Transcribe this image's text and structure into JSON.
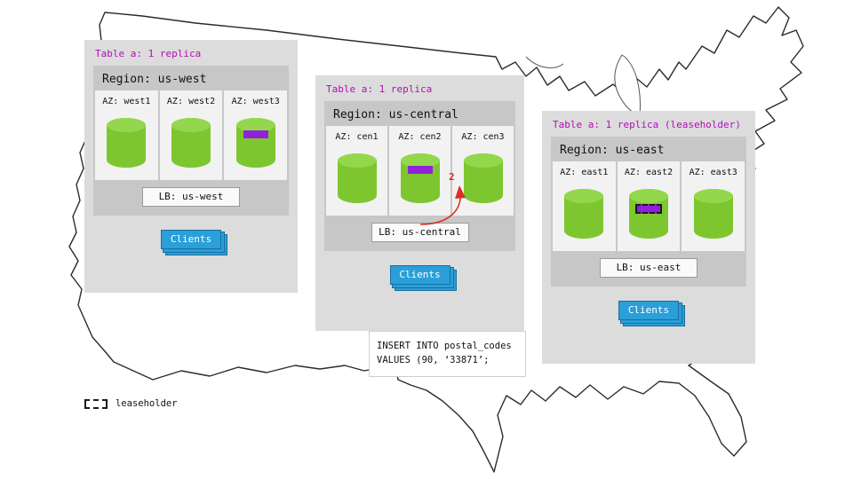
{
  "legend": {
    "label": "leaseholder"
  },
  "colors": {
    "panel_bg": "#dcdcdc",
    "region_bg": "#c7c7c7",
    "az_bg": "#f2f2f2",
    "table_label_text": "#b40db4",
    "cylinder_green": "#7ec62f",
    "replica_purple": "#9320d9",
    "clients_blue": "#2a9fd8",
    "arrow_red": "#d93025"
  },
  "panels": [
    {
      "id": "us-west",
      "table_label": "Table a: 1 replica",
      "region_label": "Region: us-west",
      "azs": [
        {
          "label": "AZ: west1",
          "has_replica": false,
          "is_leaseholder": false
        },
        {
          "label": "AZ: west2",
          "has_replica": false,
          "is_leaseholder": false
        },
        {
          "label": "AZ: west3",
          "has_replica": true,
          "is_leaseholder": false
        }
      ],
      "lb_label": "LB: us-west",
      "clients_label": "Clients"
    },
    {
      "id": "us-central",
      "table_label": "Table a: 1 replica",
      "region_label": "Region: us-central",
      "azs": [
        {
          "label": "AZ: cen1",
          "has_replica": false,
          "is_leaseholder": false
        },
        {
          "label": "AZ: cen2",
          "has_replica": true,
          "is_leaseholder": false
        },
        {
          "label": "AZ: cen3",
          "has_replica": false,
          "is_leaseholder": false
        }
      ],
      "lb_label": "LB: us-central",
      "clients_label": "Clients",
      "arrow_label": "2",
      "sql_line1": "INSERT INTO postal_codes",
      "sql_line2": "VALUES (90, ‘33871’;"
    },
    {
      "id": "us-east",
      "table_label": "Table a: 1 replica (leaseholder)",
      "region_label": "Region: us-east",
      "azs": [
        {
          "label": "AZ: east1",
          "has_replica": false,
          "is_leaseholder": false
        },
        {
          "label": "AZ: east2",
          "has_replica": true,
          "is_leaseholder": true
        },
        {
          "label": "AZ: east3",
          "has_replica": false,
          "is_leaseholder": false
        }
      ],
      "lb_label": "LB: us-east",
      "clients_label": "Clients"
    }
  ]
}
